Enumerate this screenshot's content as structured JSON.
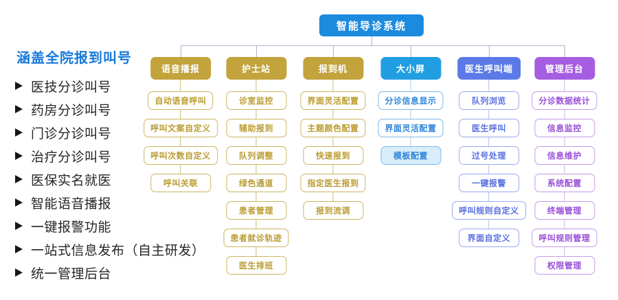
{
  "root": {
    "label": "智能导诊系统"
  },
  "sidebar": {
    "title": "涵盖全院报到叫号",
    "items": [
      "医技分诊叫号",
      "药房分诊叫号",
      "门诊分诊叫号",
      "治疗分诊叫号",
      "医保实名就医",
      "智能语音播报",
      "一键报警功能",
      "一站式信息发布（自主研发）",
      "统一管理后台"
    ]
  },
  "columns": [
    {
      "label": "语音播报",
      "theme": "gold",
      "children": [
        "自动语音呼叫",
        "呼叫文案自定义",
        "呼叫次数自定义",
        "呼叫关联"
      ]
    },
    {
      "label": "护士站",
      "theme": "gold",
      "children": [
        "诊室监控",
        "辅助报到",
        "队列调整",
        "绿色通道",
        "患者管理",
        "患者就诊轨迹",
        "医生排班"
      ]
    },
    {
      "label": "报到机",
      "theme": "gold",
      "children": [
        "界面灵活配置",
        "主题颜色配置",
        "快速报到",
        "指定医生报到",
        "报到流调"
      ]
    },
    {
      "label": "大小屏",
      "theme": "blue",
      "children": [
        "分诊信息显示",
        "界面灵活配置",
        {
          "label": "模板配置",
          "filled": true
        }
      ]
    },
    {
      "label": "医生呼叫端",
      "theme": "indigo",
      "children": [
        "队列浏览",
        "医生呼叫",
        "过号处理",
        "一键报警",
        "呼叫规则自定义",
        "界面自定义"
      ]
    },
    {
      "label": "管理后台",
      "theme": "purple",
      "children": [
        "分诊数据统计",
        "信息监控",
        "信息维护",
        "系统配置",
        "终端管理",
        "呼叫规则管理",
        "权限管理"
      ]
    }
  ],
  "colors": {
    "root_bg": "#1c8bde",
    "tree_line": "#a9b4c9",
    "sidebar_title": "#1779d9",
    "sidebar_text": "#262626",
    "gold_bg": "#c2a33c",
    "gold_text": "#bb9c33",
    "gold_border": "#ccb460",
    "gold_line": "#cdbc72",
    "blue_bg": "#219ee2",
    "blue_text": "#2f86dc",
    "blue_border": "#7db9ea",
    "blue_line": "#a5c9e6",
    "blue_fill": "#d9edfb",
    "indigo_bg": "#5b7ae8",
    "indigo_text": "#5a6fe0",
    "indigo_border": "#9aa8f0",
    "indigo_line": "#b3bdf0",
    "purple_bg": "#a55ee2",
    "purple_text": "#9a4fd8",
    "purple_border": "#c49ae8",
    "purple_line": "#ccb2ec"
  }
}
